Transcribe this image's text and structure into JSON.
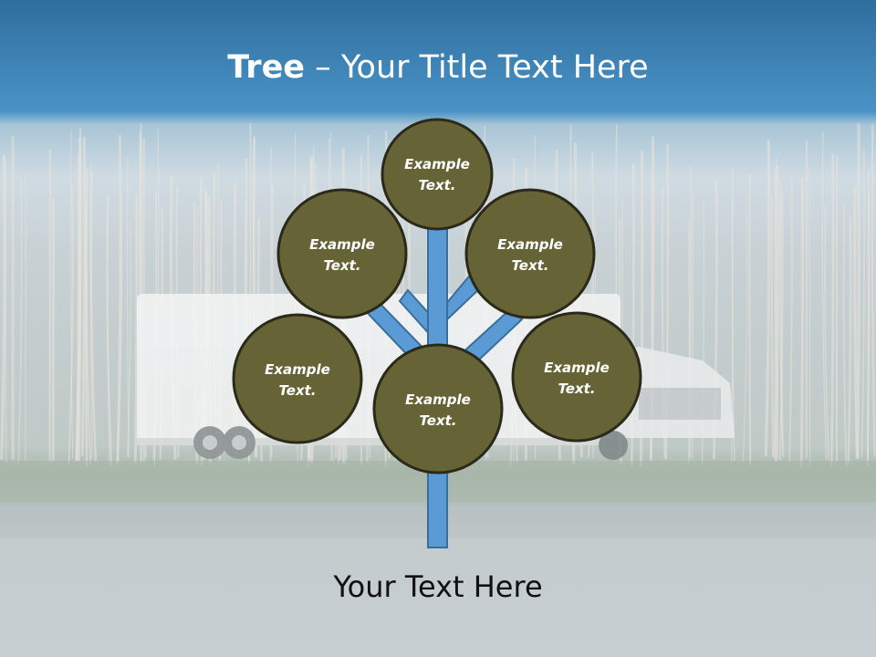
{
  "title": {
    "bold": "Tree",
    "dash": " – ",
    "rest": "Your Title Text Here"
  },
  "caption": "Your Text Here",
  "nodes": [
    {
      "line1": "Example",
      "line2": "Text."
    },
    {
      "line1": "Example",
      "line2": "Text."
    },
    {
      "line1": "Example",
      "line2": "Text."
    },
    {
      "line1": "Example",
      "line2": "Text."
    },
    {
      "line1": "Example",
      "line2": "Text."
    },
    {
      "line1": "Example",
      "line2": "Text."
    }
  ],
  "colors": {
    "header_blue": "#3f86bd",
    "node_fill": "#666437",
    "node_stroke": "#2b2a1a",
    "branch_fill": "#5b9bd5",
    "branch_stroke": "#3a6d9a"
  }
}
